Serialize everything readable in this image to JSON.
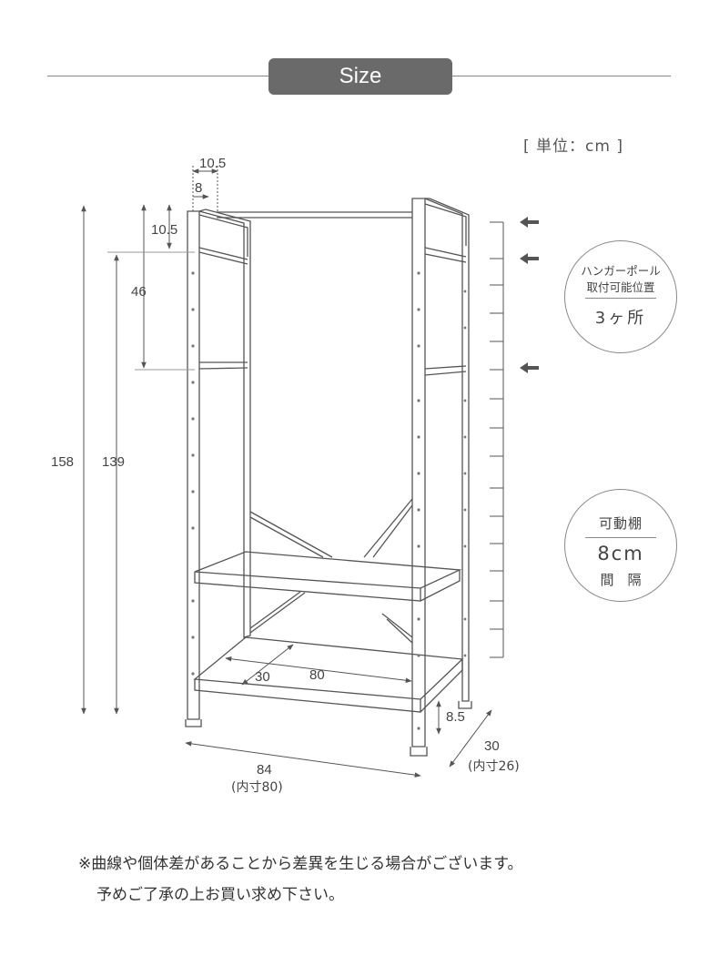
{
  "header": {
    "title": "Size"
  },
  "unit_label": "[ 単位：cm ]",
  "dimensions": {
    "top_offset": "10.5",
    "rail_width": "8",
    "top_gap": "10.5",
    "upper_span": "46",
    "total_height": "158",
    "inner_height": "139",
    "inner_depth": "30",
    "inner_width": "80",
    "bottom_clearance": "8.5",
    "overall_width": "84",
    "overall_width_inner": "(内寸80)",
    "overall_depth": "30",
    "overall_depth_inner": "(内寸26)"
  },
  "hanger_badge": {
    "line1": "ハンガーポール",
    "line2": "取付可能位置",
    "count": "3ヶ所"
  },
  "shelf_badge": {
    "line1": "可動棚",
    "pitch": "8cm",
    "line3": "間　隔"
  },
  "notice": {
    "line1": "※曲線や個体差があることから差異を生じる場合がございます。",
    "line2": "予めご了承の上お買い求め下さい。"
  },
  "colors": {
    "header_bg": "#6a6a6a",
    "line": "#555555",
    "text": "#333333"
  }
}
